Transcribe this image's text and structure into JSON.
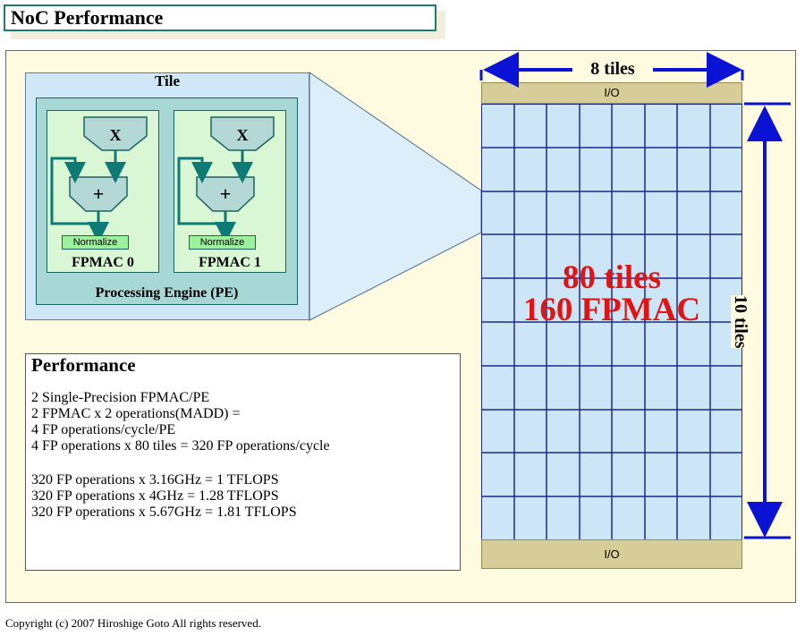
{
  "title": "NoC Performance",
  "tile": {
    "title": "Tile",
    "multiplier_label": "X",
    "adder_label": "+",
    "normalize_label": "Normalize",
    "fpmac": [
      "FPMAC 0",
      "FPMAC 1"
    ],
    "pe_label": "Processing Engine (PE)"
  },
  "grid": {
    "width_label": "8 tiles",
    "height_label": "10 tiles",
    "io_top": "I/O",
    "io_bottom": "I/O",
    "center_line1": "80 tiles",
    "center_line2": "160 FPMAC",
    "columns": 8,
    "rows": 10
  },
  "performance": {
    "title": "Performance",
    "lines1": [
      "2 Single-Precision FPMAC/PE",
      "2 FPMAC x 2 operations(MADD) =",
      "4 FP operations/cycle/PE",
      "4 FP operations x 80 tiles = 320 FP operations/cycle"
    ],
    "lines2": [
      "320 FP operations x 3.16GHz = 1 TFLOPS",
      "320 FP operations x 4GHz = 1.28 TFLOPS",
      "320 FP operations x 5.67GHz = 1.81 TFLOPS"
    ]
  },
  "colors": {
    "accent_red": "#e01414",
    "arrow_blue": "#0a12d4",
    "teal": "#0d7a76"
  },
  "copyright": "Copyright (c) 2007 Hiroshige Goto All rights reserved."
}
